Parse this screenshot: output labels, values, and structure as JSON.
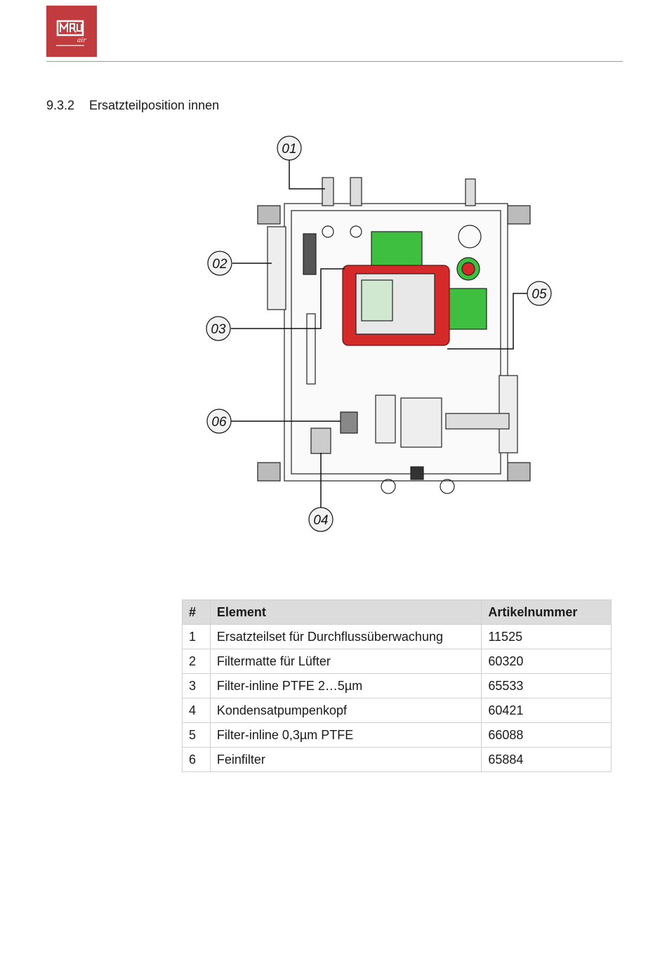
{
  "header": {
    "logo_text": "MRU",
    "logo_subtext": "air"
  },
  "section": {
    "number": "9.3.2",
    "title": "Ersatzteilposition innen"
  },
  "drawing": {
    "callouts": [
      "01",
      "02",
      "03",
      "04",
      "05",
      "06"
    ],
    "colors": {
      "controller_red": "#d42a2a",
      "pcb_green": "#3fbf3f",
      "line": "#222222"
    }
  },
  "table": {
    "headers": [
      "#",
      "Element",
      "Artikelnummer"
    ],
    "rows": [
      [
        "1",
        "Ersatzteilset für Durchflussüberwachung",
        "11525"
      ],
      [
        "2",
        "Filtermatte für Lüfter",
        "60320"
      ],
      [
        "3",
        "Filter-inline PTFE 2…5µm",
        "65533"
      ],
      [
        "4",
        "Kondensatpumpenkopf",
        "60421"
      ],
      [
        "5",
        "Filter-inline 0,3µm PTFE",
        "66088"
      ],
      [
        "6",
        "Feinfilter",
        "65884"
      ]
    ]
  }
}
